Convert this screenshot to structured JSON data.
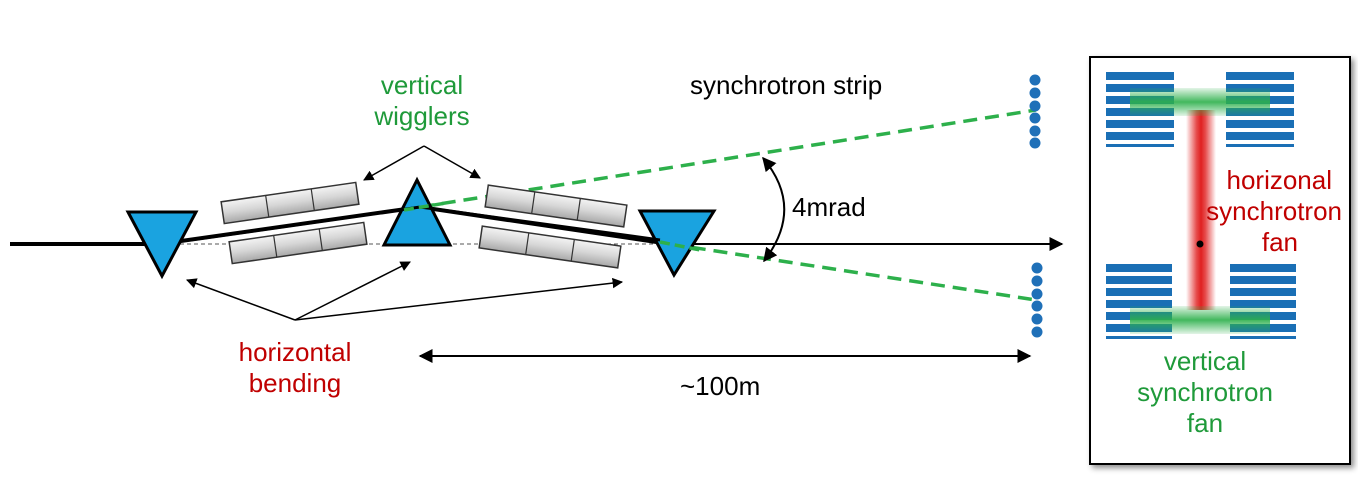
{
  "labels": {
    "vertical_wigglers": [
      "vertical",
      "wigglers"
    ],
    "synchrotron_strip": "synchrotron strip",
    "angle": "4mrad",
    "horizontal_bending": [
      "horizontal",
      "bending"
    ],
    "distance": "~100m",
    "horizontal_fan": [
      "horizonal",
      "synchrotron",
      "fan"
    ],
    "vertical_fan": [
      "vertical",
      "synchrotron",
      "fan"
    ]
  },
  "colors": {
    "magnet_blue": "#1aa3e0",
    "green_text": "#1f9a3a",
    "red_text": "#c00000",
    "green_beam": "#2db04b",
    "red_fan": "#e02020",
    "coil_blue": "#1a6fb5",
    "dot_blue": "#1f70b8"
  }
}
